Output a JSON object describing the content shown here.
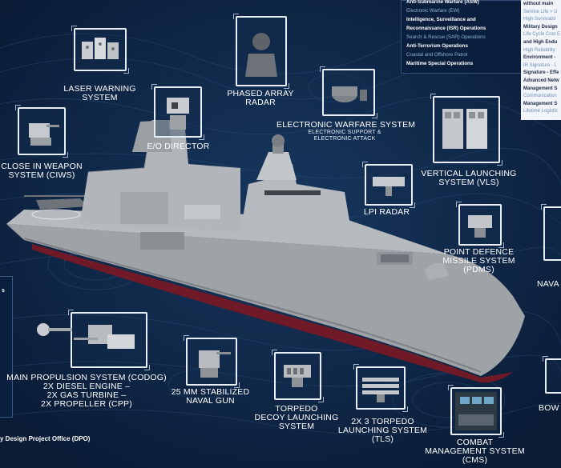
{
  "labels": {
    "laser_warning": "LASER WARNING\nSYSTEM",
    "phased_array": "PHASED ARRAY\nRADAR",
    "eo_director": "E/O DIRECTOR",
    "ciws": "CLOSE IN WEAPON\nSYSTEM (CIWS)",
    "ew_system": "ELECTRONIC WARFARE SYSTEM",
    "ew_sub": "ELECTRONIC SUPPORT &\nELECTRONIC ATTACK",
    "vls": "VERTICAL LAUNCHING\nSYSTEM (VLS)",
    "lpi_radar": "LPI RADAR",
    "pdms": "POINT DEFENCE\nMISSILE SYSTEM\n(PDMS)",
    "naval_partial": "NAVA",
    "propulsion": "MAIN PROPULSION SYSTEM (CODOG)\n2X DIESEL ENGINE –\n2X GAS TURBINE –\n2X PROPELLER (CPP)",
    "naval_gun": "25 MM STABILIZED\nNAVAL GUN",
    "torpedo_decoy": "TORPEDO\nDECOY LAUNCHING\nSYSTEM",
    "tls": "2X 3 TORPEDO\nLAUNCHING SYSTEM\n(TLS)",
    "cms": "COMBAT\nMANAGEMENT SYSTEM\n(CMS)",
    "bow_partial": "BOW"
  },
  "mission_panel": [
    {
      "text": "Anti-Submarine Warfare (ASW)",
      "style": "b"
    },
    {
      "text": "Electronic Warfare (EW)",
      "style": "n"
    },
    {
      "text": "Intelligence, Surveillance and",
      "style": "b"
    },
    {
      "text": "Reconnaissance (ISR) Operations",
      "style": "b"
    },
    {
      "text": "Search & Rescue (SAR) Operations",
      "style": "n"
    },
    {
      "text": "Anti-Terrorism Operations",
      "style": "b"
    },
    {
      "text": "Coastal and Offshore Patrol",
      "style": "n"
    },
    {
      "text": "Maritime Special Operations",
      "style": "b"
    }
  ],
  "design_panel": [
    {
      "text": "without main",
      "style": "b"
    },
    {
      "text": "Service Life > U",
      "style": "n"
    },
    {
      "text": "High Survivabil",
      "style": "n"
    },
    {
      "text": "Military Design",
      "style": "b"
    },
    {
      "text": "Life Cycle Cost E",
      "style": "n"
    },
    {
      "text": "and High Endu",
      "style": "b"
    },
    {
      "text": "High Reliability",
      "style": "n"
    },
    {
      "text": "Environment - ",
      "style": "b"
    },
    {
      "text": "IR Signature - L",
      "style": "n"
    },
    {
      "text": "Signature - Effe",
      "style": "b"
    },
    {
      "text": "Advanced Netw",
      "style": "b"
    },
    {
      "text": "Management S",
      "style": "b"
    },
    {
      "text": "Communication",
      "style": "n"
    },
    {
      "text": "Management S",
      "style": "b"
    },
    {
      "text": "Lifetime Logistic",
      "style": "n"
    }
  ],
  "left_panel": {
    "mark": "s"
  },
  "footer": "y Design Project Office (DPO)",
  "colors": {
    "background": "#0d2240",
    "hull": "#a9adb1",
    "antifouling": "#7a1f2a",
    "box_border": "#e8eef6"
  }
}
